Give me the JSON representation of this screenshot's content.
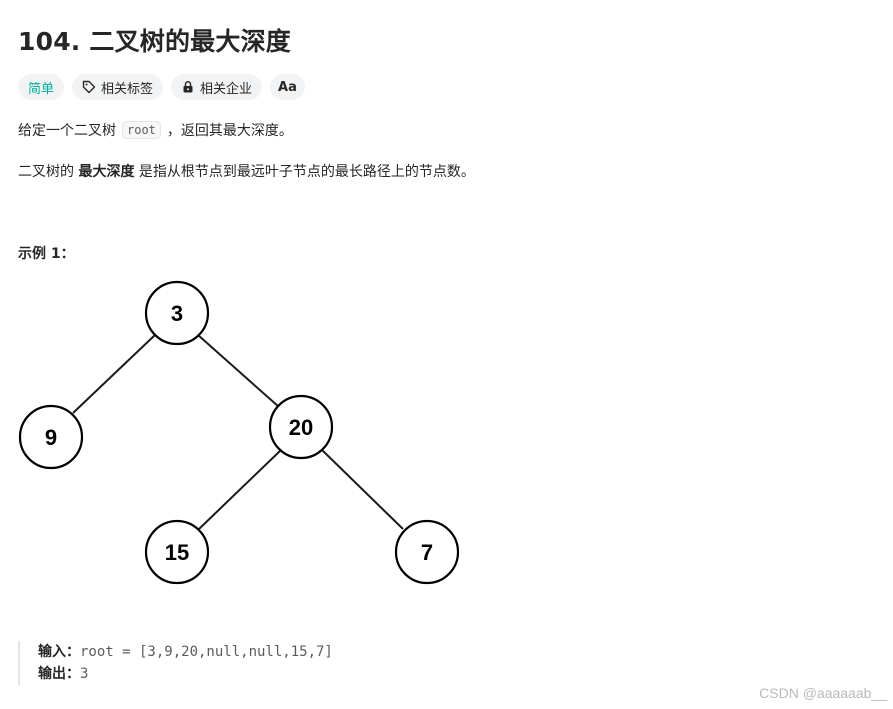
{
  "problem": {
    "title": "104. 二叉树的最大深度"
  },
  "tags": {
    "difficulty": "简单",
    "related_tags": "相关标签",
    "related_companies": "相关企业",
    "translate": "Aa"
  },
  "description": {
    "p1_before": "给定一个二叉树",
    "p1_code": "root",
    "p1_after": "，返回其最大深度。",
    "p2_before": "二叉树的",
    "p2_bold": "最大深度",
    "p2_after": "是指从根节点到最远叶子节点的最长路径上的节点数。"
  },
  "example": {
    "title": "示例 1：",
    "input_label": "输入：",
    "input_value": "root = [3,9,20,null,null,15,7]",
    "output_label": "输出：",
    "output_value": "3"
  },
  "tree": {
    "nodes": [
      "3",
      "9",
      "20",
      "15",
      "7"
    ]
  },
  "watermark": "CSDN @aaaaaab__",
  "colors": {
    "accent_easy": "#00af9b",
    "tag_bg": "#f2f3f4",
    "text": "#262626"
  }
}
